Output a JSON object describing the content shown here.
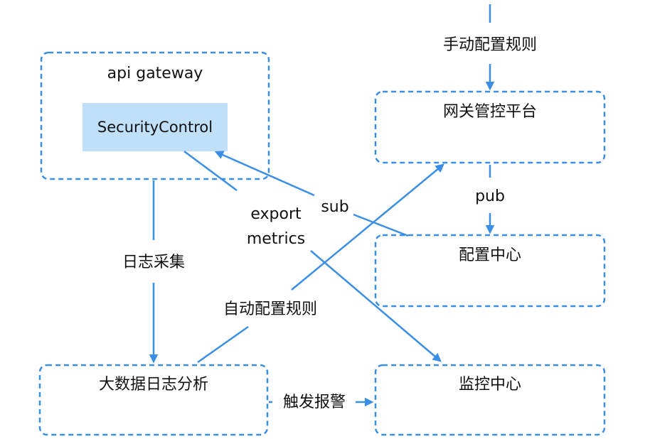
{
  "colors": {
    "edge": "#3b8ee6",
    "box_border": "#3b8ee6",
    "highlight_fill": "#bfe0f8",
    "text": "#111111",
    "background": "#ffffff"
  },
  "boxes": {
    "api_gateway": "api gateway",
    "security_control": "SecurityControl",
    "gateway_platform": "网关管控平台",
    "config_center": "配置中心",
    "bigdata_log": "大数据日志分析",
    "monitor_center": "监控中心"
  },
  "edges": {
    "manual_rule": "手动配置规则",
    "pub": "pub",
    "sub": "sub",
    "export_metrics_line1": "export",
    "export_metrics_line2": "metrics",
    "log_collect": "日志采集",
    "auto_rule": "自动配置规则",
    "alarm": "触发报警"
  }
}
